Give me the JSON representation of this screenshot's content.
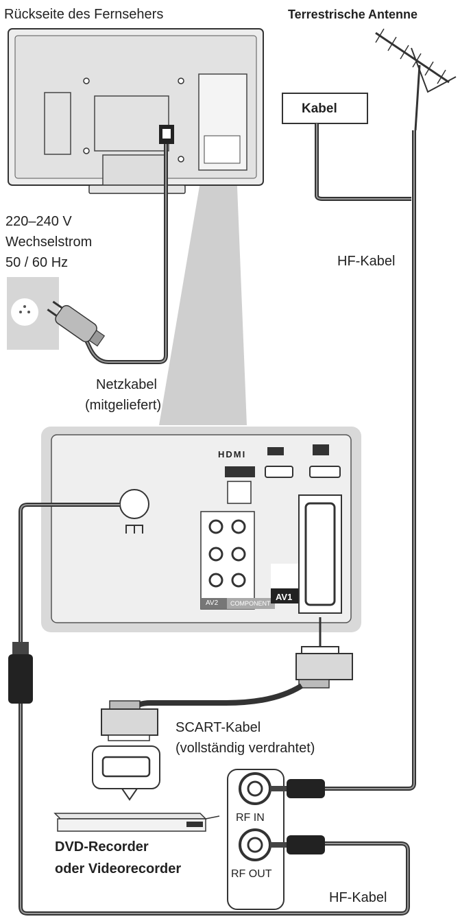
{
  "labels": {
    "tv_back": "Rückseite des Fernsehers",
    "antenna": "Terrestrische Antenne",
    "cable_box": "Kabel",
    "power_line1": "220–240 V",
    "power_line2": "Wechselstrom",
    "power_line3": "50 / 60 Hz",
    "rf_cable_top": "HF-Kabel",
    "mains_cable_line1": "Netzkabel",
    "mains_cable_line2": "(mitgeliefert)",
    "scart_line1": "SCART-Kabel",
    "scart_line2": "(vollständig verdrahtet)",
    "dvd_line1": "DVD-Recorder",
    "dvd_line2": "oder Videorecorder",
    "rf_in": "RF IN",
    "rf_out": "RF OUT",
    "rf_cable_bottom": "HF-Kabel",
    "panel_hdmi": "HDMI",
    "panel_av1": "AV1",
    "panel_av2": "AV2",
    "panel_component": "COMPONENT"
  },
  "colors": {
    "line": "#333333",
    "tv_body": "#e6e6e6",
    "panel_bg": "#d9d9d9",
    "cable": "#444444",
    "highlight": "#cfcfcf"
  }
}
